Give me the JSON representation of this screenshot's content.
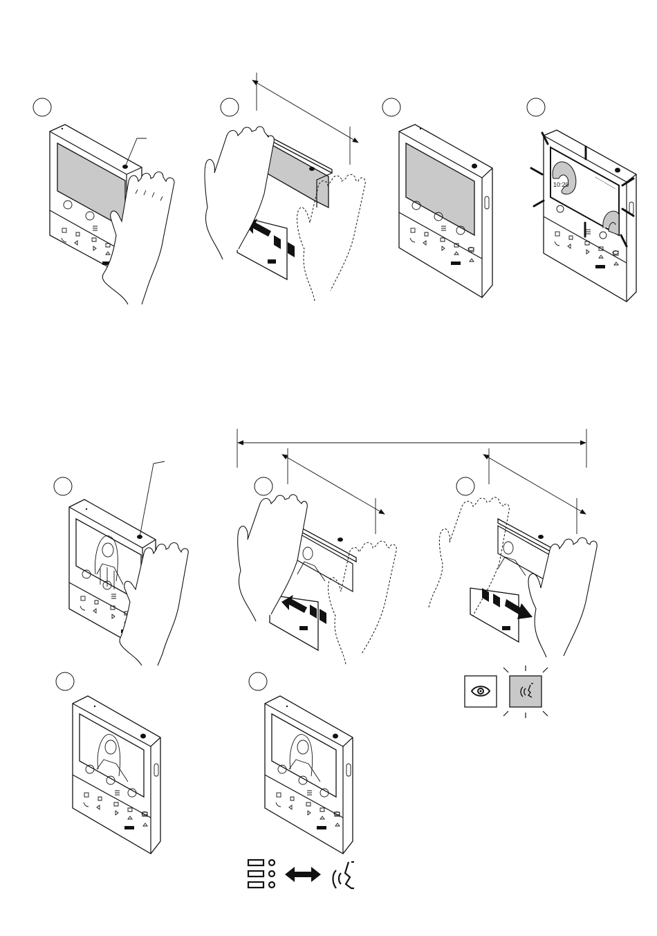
{
  "document": {
    "type": "installation-gesture-diagram",
    "subject": "video intercom monitor"
  },
  "panels": [
    {
      "id": "top-1",
      "step_label": "",
      "screen": "blank",
      "gesture": "palm over top sensor",
      "leader_line": true
    },
    {
      "id": "top-2",
      "step_label": "",
      "screen": "blank",
      "gesture": "swipe left",
      "arrow": "left",
      "dimension": true
    },
    {
      "id": "top-3",
      "step_label": "",
      "screen": "blank",
      "gesture": "none"
    },
    {
      "id": "top-4",
      "step_label": "",
      "screen": "clock",
      "gesture": "none",
      "blinking": true,
      "clock_text": "10:20"
    },
    {
      "id": "bottom-1",
      "step_label": "",
      "screen": "video",
      "gesture": "palm over top sensor",
      "leader_line": true
    },
    {
      "id": "bottom-2",
      "step_label": "",
      "screen": "video",
      "gesture": "swipe left",
      "arrow": "left",
      "dimension": true
    },
    {
      "id": "bottom-3",
      "step_label": "",
      "screen": "video",
      "gesture": "swipe right",
      "arrow": "right",
      "dimension": true
    },
    {
      "id": "bottom-4",
      "step_label": "",
      "screen": "video",
      "gesture": "none"
    },
    {
      "id": "bottom-5",
      "step_label": "",
      "screen": "video",
      "gesture": "none"
    }
  ],
  "icons": {
    "eye": "eye-icon",
    "speaking": "speaking-head-icon",
    "menu_list": "menu-list-icon",
    "double_arrow": "double-arrow-icon"
  },
  "colors": {
    "line": "#111111",
    "screen_fill": "#c9c9c9",
    "highlight_fill": "#c9c9c9"
  }
}
